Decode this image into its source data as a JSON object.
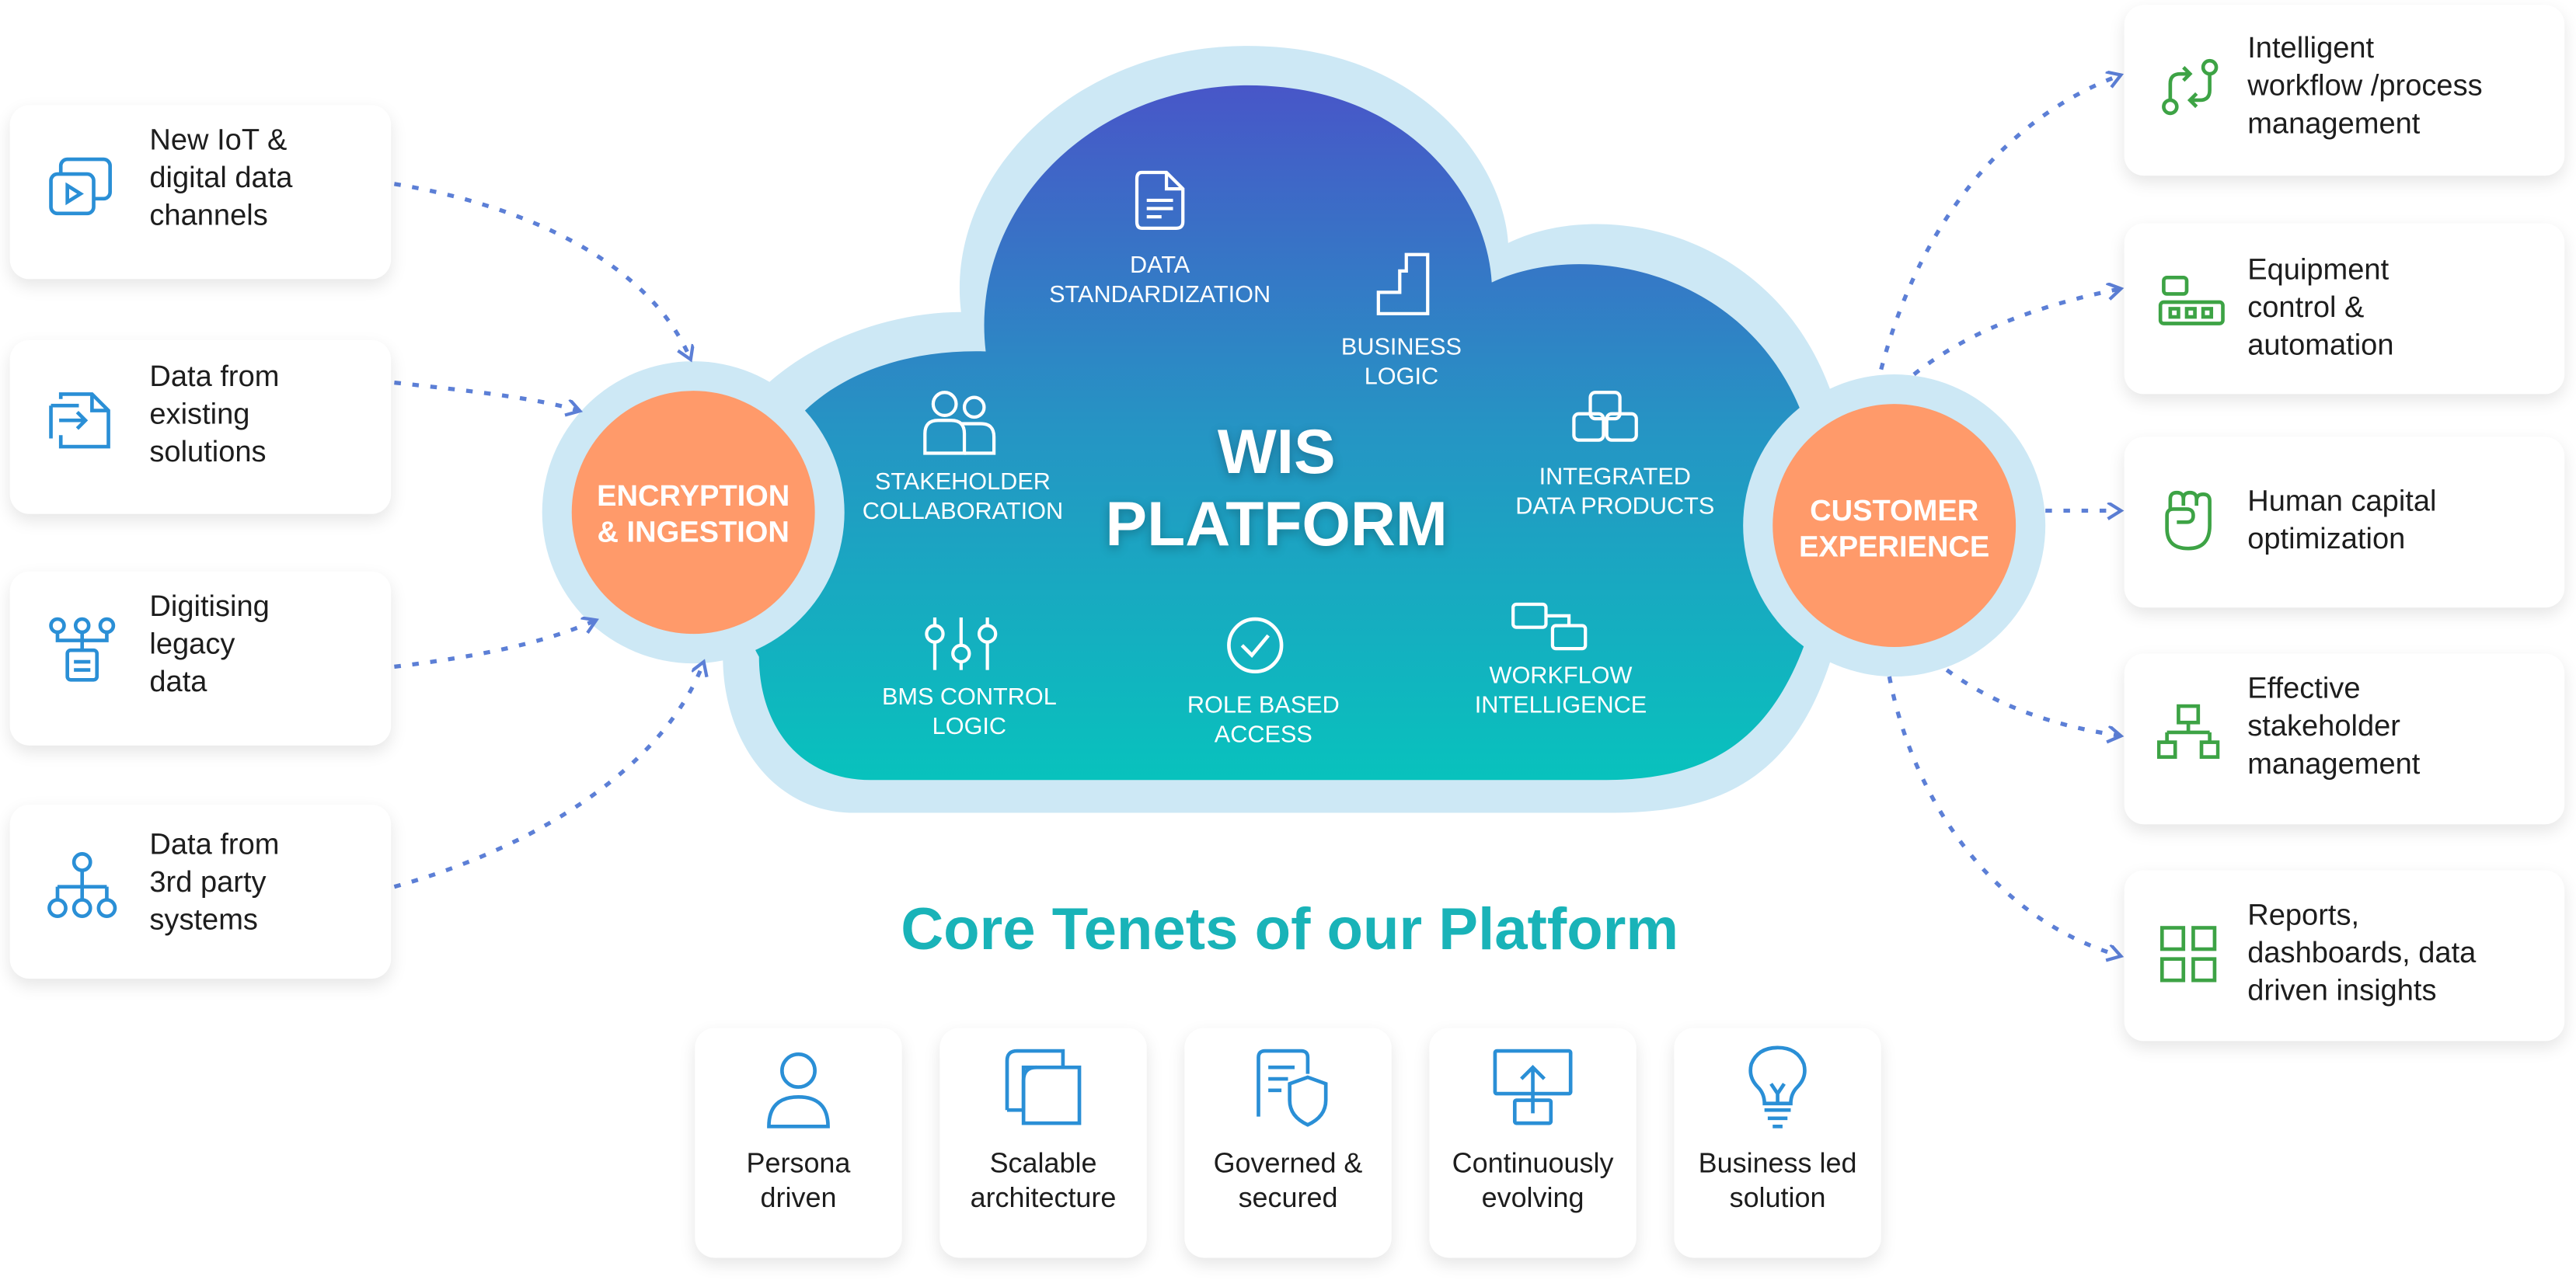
{
  "colors": {
    "left_icon": "#2a8fd6",
    "right_icon": "#3da345",
    "tenet_icon": "#2a8fd6",
    "orange": "#ff9a6a",
    "halo": "#cde8f5",
    "cloud_top": "#4856c8",
    "cloud_bottom": "#08c2bd",
    "arrow": "#5c7fd6",
    "core_title": "#19b3b8"
  },
  "inputs": [
    {
      "label": "New IoT &\ndigital data\nchannels",
      "icon": "video-play-icon"
    },
    {
      "label": "Data from\nexisting\nsolutions",
      "icon": "file-import-icon"
    },
    {
      "label": "Digitising\nlegacy\ndata",
      "icon": "network-document-icon"
    },
    {
      "label": "Data from\n3rd party\nsystems",
      "icon": "org-hierarchy-icon"
    }
  ],
  "left_circle": "ENCRYPTION\n& INGESTION",
  "right_circle": "CUSTOMER\nEXPERIENCE",
  "platform": {
    "title": "WIS\nPLATFORM",
    "capabilities": [
      {
        "label": "DATA\nSTANDARDIZATION",
        "icon": "document-icon"
      },
      {
        "label": "BUSINESS\nLOGIC",
        "icon": "steps-icon"
      },
      {
        "label": "STAKEHOLDER\nCOLLABORATION",
        "icon": "people-icon"
      },
      {
        "label": "INTEGRATED\nDATA PRODUCTS",
        "icon": "cubes-icon"
      },
      {
        "label": "BMS CONTROL\nLOGIC",
        "icon": "sliders-icon"
      },
      {
        "label": "ROLE BASED\nACCESS",
        "icon": "check-circle-icon"
      },
      {
        "label": "WORKFLOW\nINTELLIGENCE",
        "icon": "workflow-boxes-icon"
      }
    ]
  },
  "outcomes": [
    {
      "label": "Intelligent\nworkflow /process\nmanagement",
      "icon": "process-flow-icon"
    },
    {
      "label": "Equipment\ncontrol &\nautomation",
      "icon": "control-panel-icon"
    },
    {
      "label": "Human capital\noptimization",
      "icon": "fist-icon"
    },
    {
      "label": "Effective\nstakeholder\nmanagement",
      "icon": "hierarchy-icon"
    },
    {
      "label": "Reports,\ndashboards, data\ndriven insights",
      "icon": "dashboard-grid-icon"
    }
  ],
  "core_title": "Core Tenets of our Platform",
  "tenets": [
    {
      "label": "Persona\ndriven",
      "icon": "person-icon"
    },
    {
      "label": "Scalable\narchitecture",
      "icon": "scalable-squares-icon"
    },
    {
      "label": "Governed &\nsecured",
      "icon": "shield-document-icon"
    },
    {
      "label": "Continuously\nevolving",
      "icon": "upload-monitor-icon"
    },
    {
      "label": "Business led\nsolution",
      "icon": "lightbulb-icon"
    }
  ]
}
